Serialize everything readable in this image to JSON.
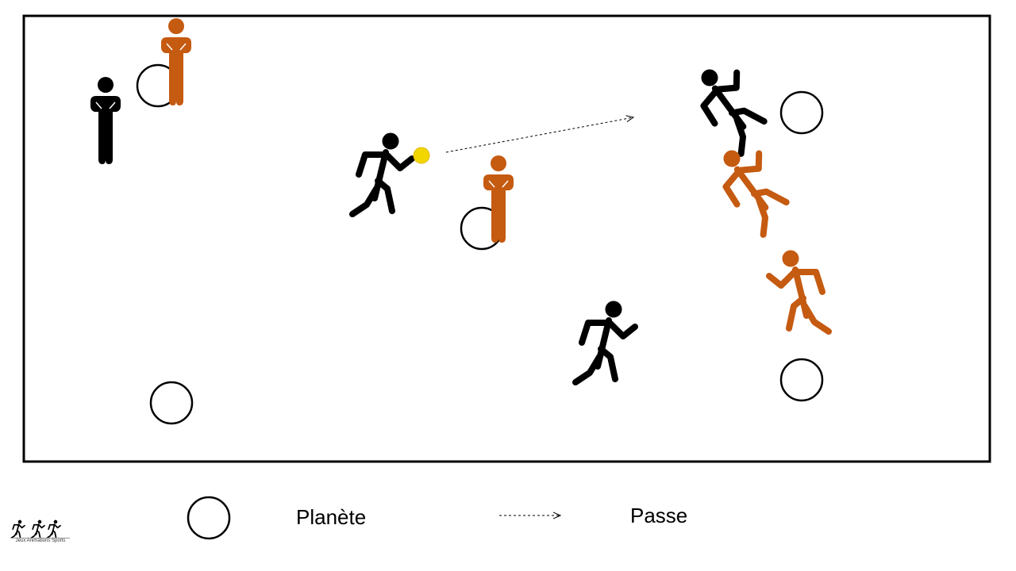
{
  "colors": {
    "team_black": "#000000",
    "team_orange": "#C55A11",
    "ball": "#F2D600",
    "field_border": "#000000"
  },
  "legend": {
    "planet_label": "Planète",
    "pass_label": "Passe"
  },
  "logo": {
    "caption": "Jeux Animations Sports"
  },
  "icons": {
    "standing_player": "person-standing-icon",
    "running_player": "person-running-icon",
    "planet": "circle-outline",
    "ball": "ball-icon",
    "pass": "dashed-arrow"
  }
}
